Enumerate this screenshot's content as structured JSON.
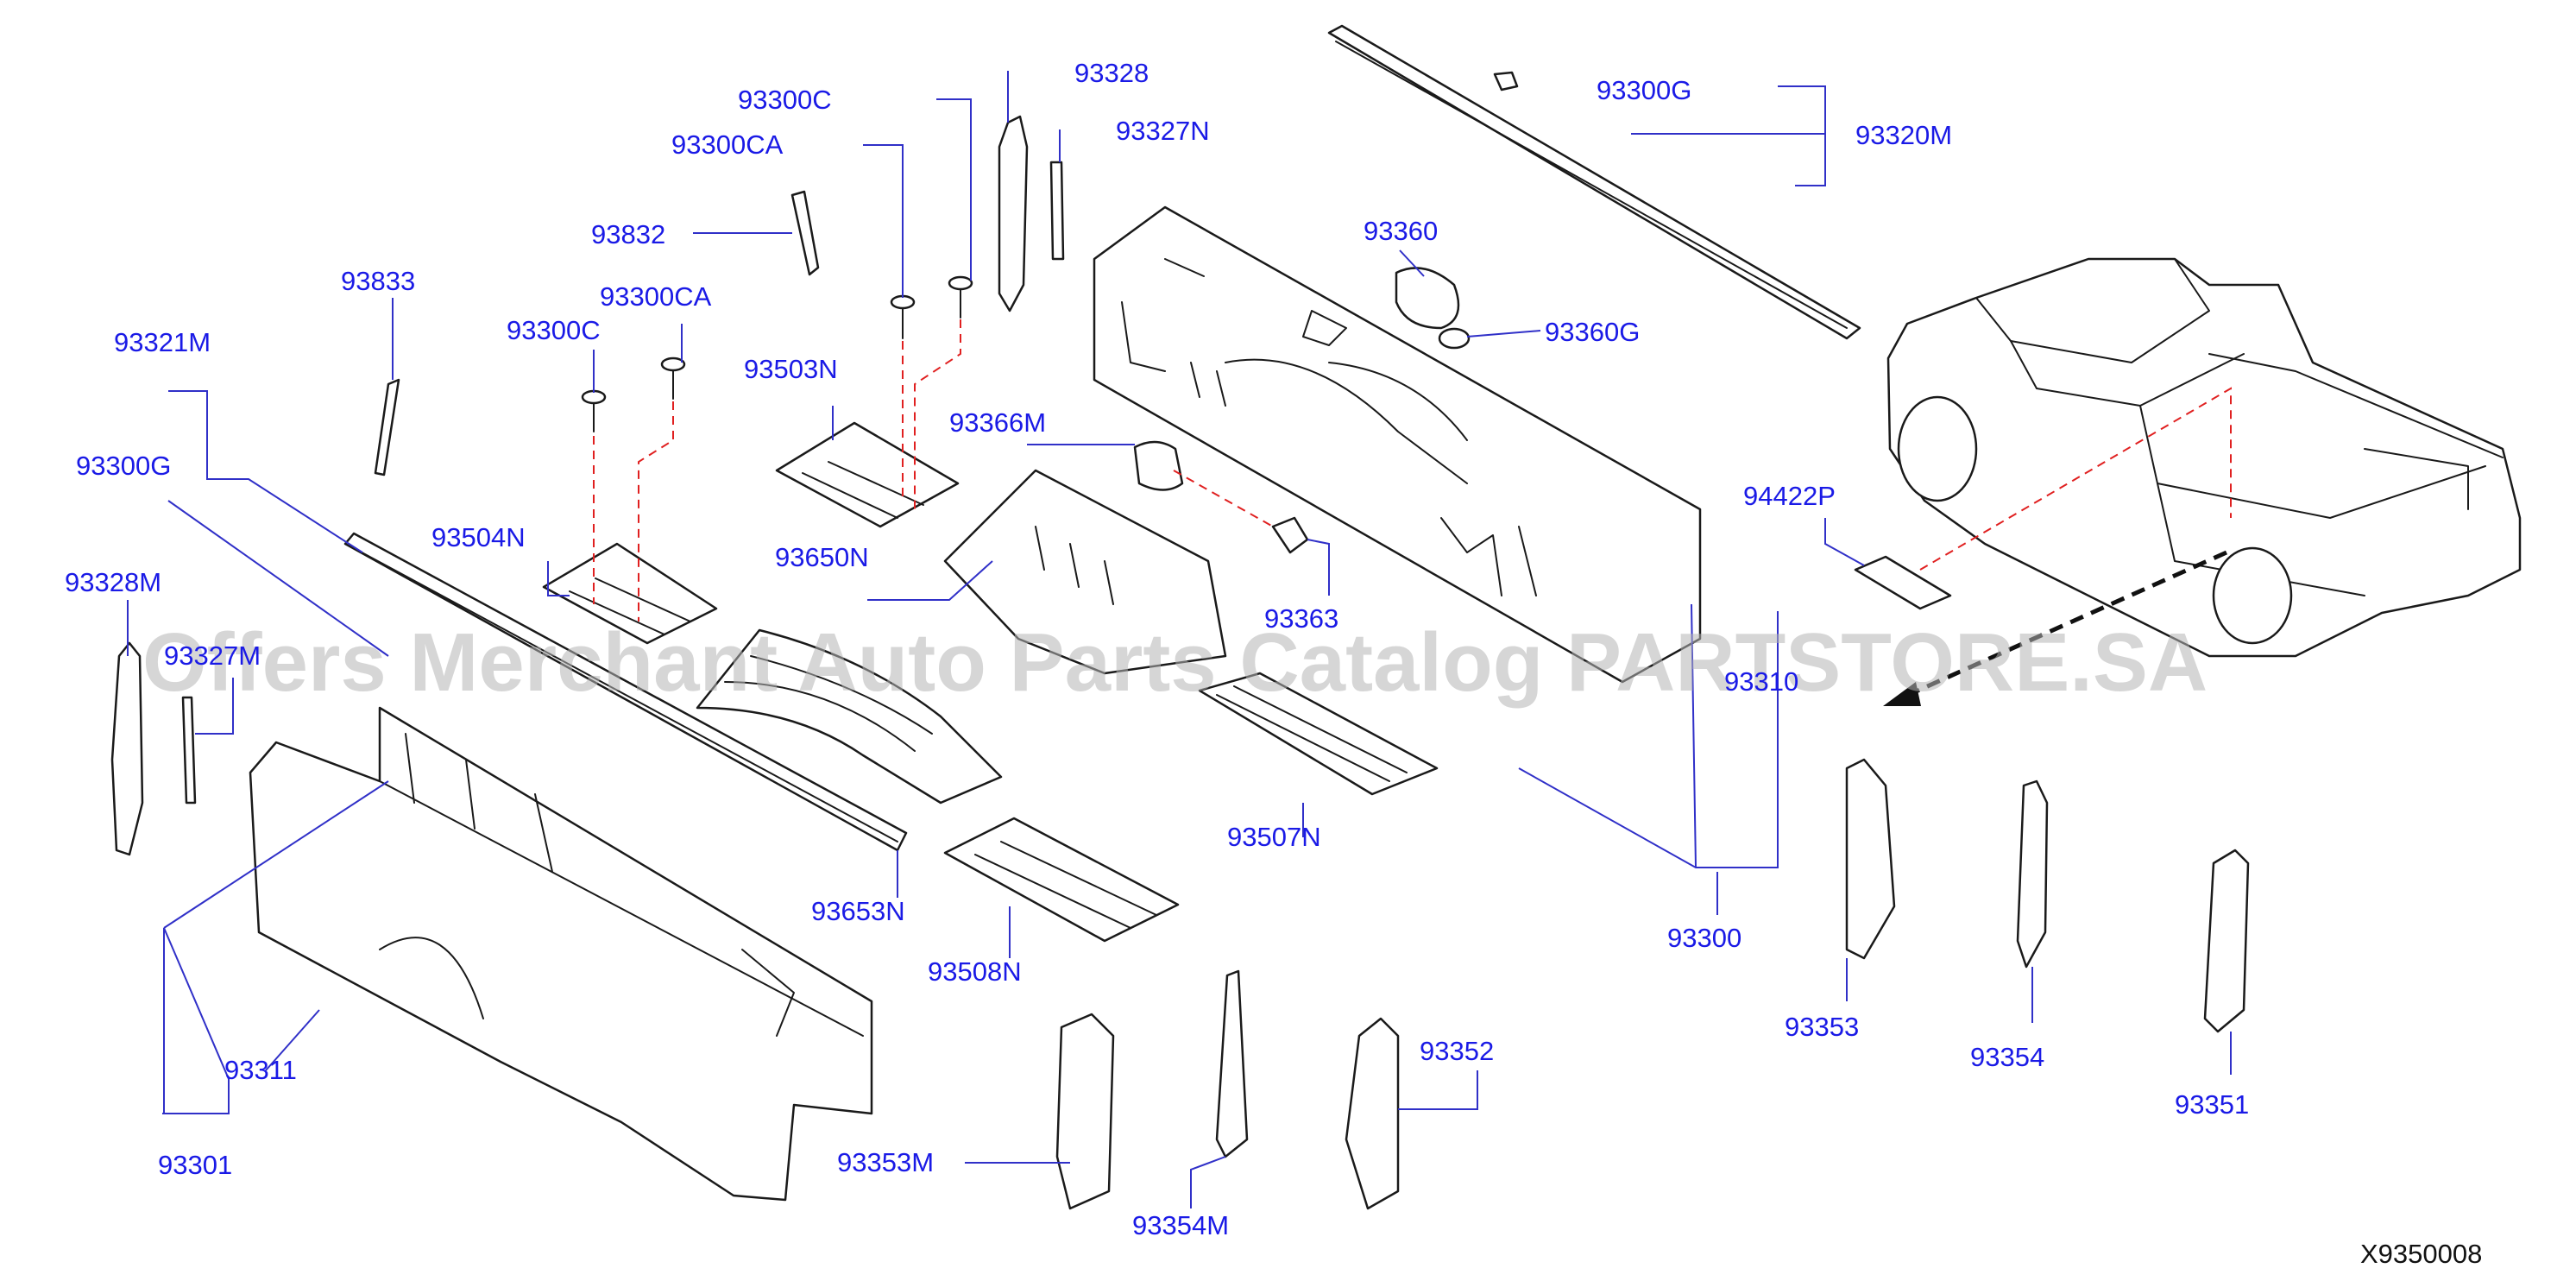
{
  "diagram": {
    "labels": {
      "p93300C_top": "93300C",
      "p93328_top": "93328",
      "p93300CA_top": "93300CA",
      "p93327N_top": "93327N",
      "p93832": "93832",
      "p93833": "93833",
      "p93300CA_mid": "93300CA",
      "p93300C_mid": "93300C",
      "p93321M": "93321M",
      "p93300G_left": "93300G",
      "p93328M": "93328M",
      "p93327M": "93327M",
      "p93503N": "93503N",
      "p93504N": "93504N",
      "p93366M": "93366M",
      "p93650N": "93650N",
      "p93363": "93363",
      "p93360": "93360",
      "p93360G": "93360G",
      "p93300G_top": "93300G",
      "p93320M": "93320M",
      "p94422P": "94422P",
      "p93310": "93310",
      "p93507N": "93507N",
      "p93653N": "93653N",
      "p93508N": "93508N",
      "p93300": "93300",
      "p93311": "93311",
      "p93301": "93301",
      "p93353M": "93353M",
      "p93354M": "93354M",
      "p93352": "93352",
      "p93353": "93353",
      "p93354": "93354",
      "p93351": "93351"
    },
    "reference_code": "X9350008"
  },
  "watermark": "Offers Merchant Auto Parts Catalog PARTSTORE.SA",
  "colors": {
    "label": "#1a1ae6",
    "leader": "#3030c8",
    "dashed_guide": "#e02020",
    "line_art": "#1a1a1a",
    "watermark": "#b4b4b4"
  }
}
